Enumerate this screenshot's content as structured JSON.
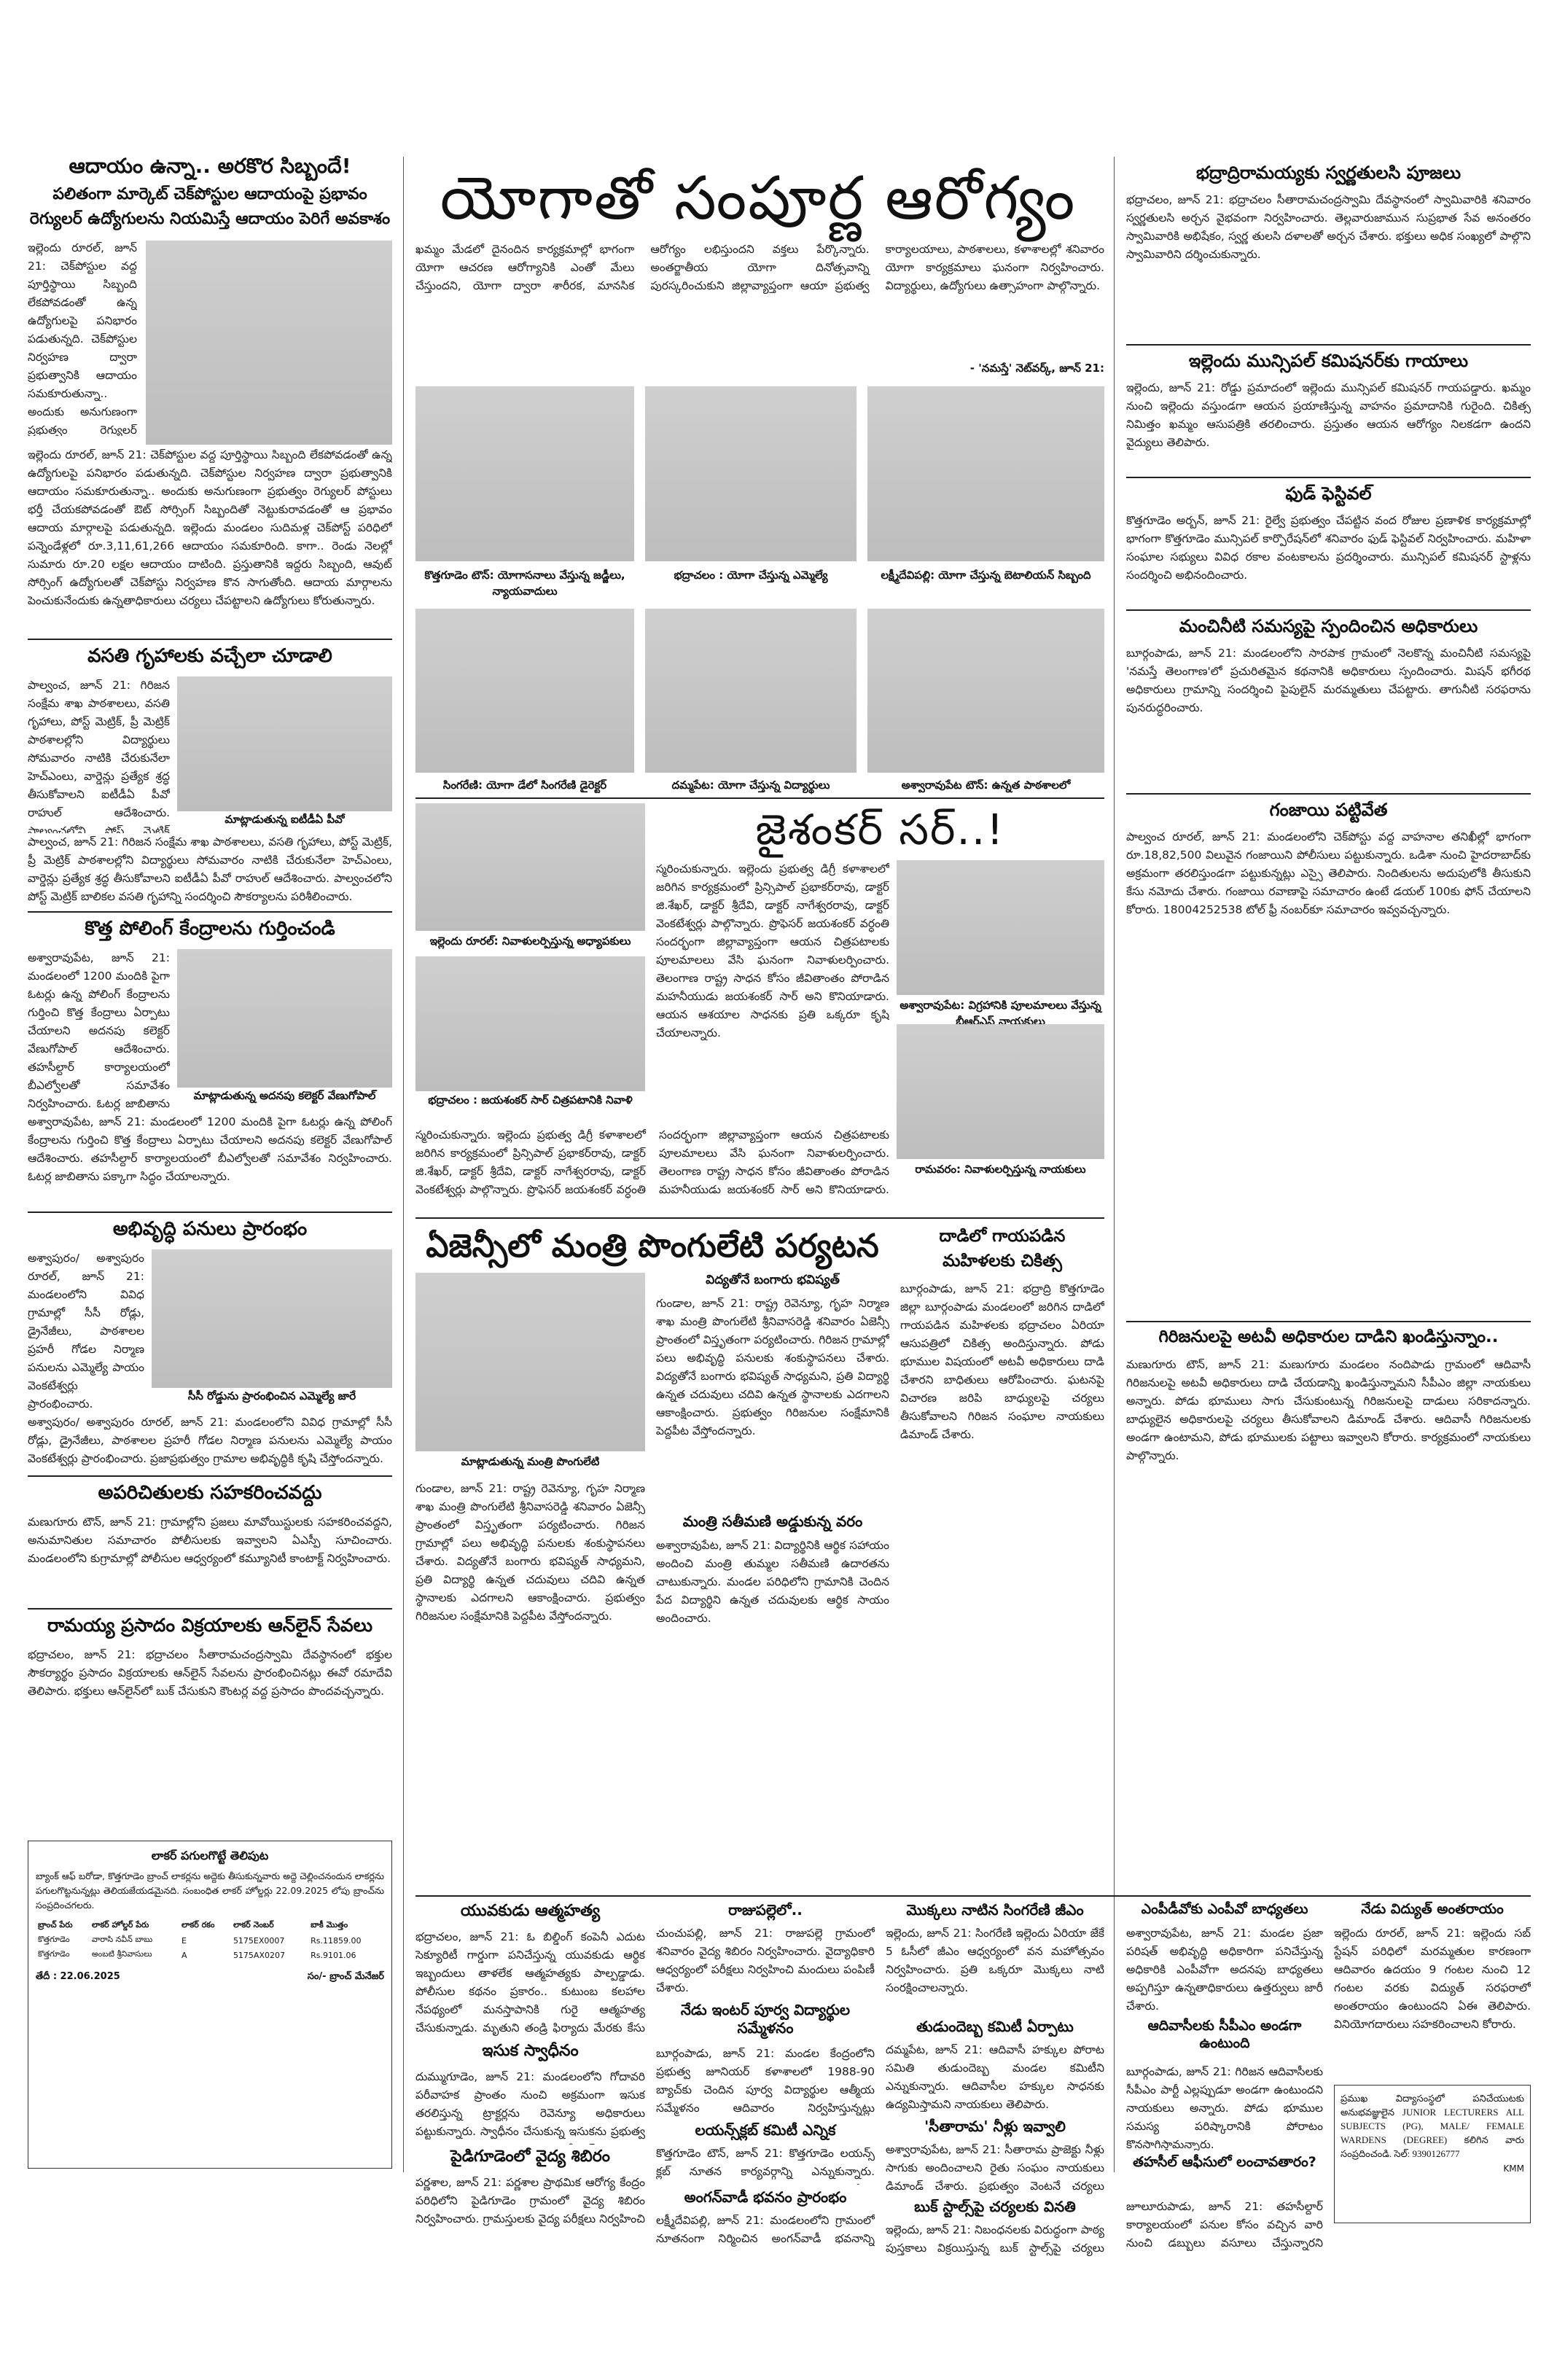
{
  "banner": {
    "title": "యోగాతో సంపూర్ణ ఆరోగ్యం"
  },
  "col1": {
    "a1_kicker": "ఆదాయం ఉన్నా.. అరకొర సిబ్బందే!",
    "a1_deck1": "పలితంగా మార్కెట్ చెక్‌పోస్టుల ఆదాయంపై ప్రభావం",
    "a1_deck2": "రెగ్యులర్ ఉద్యోగులను నియమిస్తే ఆదాయం పెరిగే అవకాశం",
    "a1_body": "ఇల్లెందు రూరల్, జూన్ 21: చెక్‌పోస్టుల వద్ద పూర్తిస్థాయి సిబ్బంది లేకపోవడంతో ఉన్న ఉద్యోగులపై పనిభారం పడుతున్నది. చెక్‌పోస్టుల నిర్వహణ ద్వారా ప్రభుత్వానికి ఆదాయం సమకూరుతున్నా.. అందుకు అనుగుణంగా ప్రభుత్వం రెగ్యులర్ పోస్టులు భర్తీ చేయకపోవడంతో ఔట్ సోర్సింగ్ సిబ్బందితో నెట్టుకురావడంతో ఆ ప్రభావం ఆదాయ మార్గాలపై పడుతున్నది. ఇల్లెందు మండలం సుదిమళ్ల చెక్‌పోస్ట్ పరిధిలో పన్నెండేళ్లలో రూ.3,11,61,266 ఆదాయం సమకూరింది. కాగా.. రెండు నెలల్లో సుమారు రూ.20 లక్షల ఆదాయం దాటింది. ప్రస్తుతానికి ఇద్దరు సిబ్బంది, ఆవుట్ సోర్సింగ్ ఉద్యోగులతో చెక్‌పోస్టు నిర్వహణ కొన సాగుతోంది. ఆదాయ మార్గాలను పెంచుకునేందుకు ఉన్నతాధికారులు చర్యలు చేపట్టాలని ఉద్యోగులు కోరుతున్నారు.",
    "a2_head": "వసతి గృహాలకు వచ్చేలా చూడాలి",
    "a2_body": "పాల్వంచ, జూన్ 21: గిరిజన సంక్షేమ శాఖ పాఠశాలలు, వసతి గృహాలు, పోస్ట్ మెట్రిక్, ప్రీ మెట్రిక్ పాఠశాలల్లోని విద్యార్థులు సోమవారం నాటికి చేరుకునేలా హెచ్ఎంలు, వార్డెన్లు ప్రత్యేక శ్రద్ధ తీసుకోవాలని ఐటీడీఏ పీవో రాహుల్ ఆదేశించారు. పాల్వంచలోని పోస్ట్ మెట్రిక్ బాలికల వసతి గృహాన్ని సందర్శించి సౌకర్యాలను పరిశీలించారు.",
    "a2_cap": "మాట్లాడుతున్న ఐటీడీఏ పీవో",
    "a3_head": "కొత్త పోలింగ్ కేంద్రాలను గుర్తించండి",
    "a3_body": "అశ్వారావుపేట, జూన్ 21: మండలంలో 1200 మందికి పైగా ఓటర్లు ఉన్న పోలింగ్ కేంద్రాలను గుర్తించి కొత్త కేంద్రాలు ఏర్పాటు చేయాలని అదనపు కలెక్టర్ వేణుగోపాల్ ఆదేశించారు. తహసీల్దార్ కార్యాలయంలో బీఎల్వోలతో సమావేశం నిర్వహించారు. ఓటర్ల జాబితాను పక్కాగా సిద్ధం చేయాలన్నారు.",
    "a3_cap": "మాట్లాడుతున్న అదనపు కలెక్టర్ వేణుగోపాల్",
    "a4_head": "అభివృద్ధి పనులు ప్రారంభం",
    "a4_body": "అశ్వాపురం/ అశ్వాపురం రూరల్, జూన్ 21: మండలంలోని వివిధ గ్రామాల్లో సీసీ రోడ్లు, డ్రైనేజీలు, పాఠశాలల ప్రహరీ గోడల నిర్మాణ పనులను ఎమ్మెల్యే పాయం వెంకటేశ్వర్లు ప్రారంభించారు. ప్రజాప్రభుత్వం గ్రామాల అభివృద్ధికి కృషి చేస్తోందన్నారు.",
    "a4_cap": "సీసీ రోడ్డును ప్రారంభించిన ఎమ్మెల్యే జారే",
    "a5_head": "అపరిచితులకు సహకరించవద్దు",
    "a5_body": "మణుగూరు టౌన్, జూన్ 21: గ్రామాల్లోని ప్రజలు మావోయిస్టులకు సహకరించవద్దని, అనుమానితుల సమాచారం పోలీసులకు ఇవ్వాలని ఏఎస్పీ సూచించారు. మండలంలోని కుగ్రామాల్లో పోలీసుల ఆధ్వర్యంలో కమ్యూనిటీ కాంటాక్ట్ నిర్వహించారు.",
    "a6_head": "రామయ్య ప్రసాదం విక్రయాలకు ఆన్‌లైన్ సేవలు",
    "a6_body": "భద్రాచలం, జూన్ 21: భద్రాచలం సీతారామచంద్రస్వామి దేవస్థానంలో భక్తుల సౌకర్యార్థం ప్రసాదం విక్రయాలకు ఆన్‌లైన్ సేవలను ప్రారంభించినట్లు ఈవో రమాదేవి తెలిపారు. భక్తులు ఆన్‌లైన్‌లో బుక్ చేసుకుని కౌంటర్ల వద్ద ప్రసాదం పొందవచ్చన్నారు."
  },
  "notice": {
    "title": "లాకర్ పగులగొట్టే తెలిపుట",
    "body": "బ్యాంక్ ఆఫ్ బరోడా, కొత్తగూడెం బ్రాంచ్ లాకర్లను అద్దెకు తీసుకున్నవారు అద్దె చెల్లించనందున లాకర్లను పగులగొట్టనున్నట్లు తెలియజేయడమైనది. సంబంధిత లాకర్ హోల్డర్లు 22.09.2025 లోపు బ్రాంచ్‌ను సంప్రదించగలరు.",
    "headers": [
      "బ్రాంచ్ పేరు",
      "లాకర్ హోల్డర్ పేరు",
      "లాకర్ రకం",
      "లాకర్ నెంబర్",
      "బాకీ మొత్తం"
    ],
    "rows": [
      [
        "కొత్తగూడెం",
        "వారాసి నవీన్ బాబు",
        "E",
        "5175EX0007",
        "Rs.11859.00"
      ],
      [
        "కొత్తగూడెం",
        "అంబటి శ్రీనివాసులు",
        "A",
        "5175AX0207",
        "Rs.9101.06"
      ]
    ],
    "date": "తేదీ : 22.06.2025",
    "sign": "సం/- బ్రాంచ్ మేనేజర్"
  },
  "center": {
    "yoga_body_1": "ఖమ్మం మేడలో దైనందిన కార్యక్రమాల్లో భాగంగా యోగా ఆచరణ ఆరోగ్యానికి ఎంతో మేలు చేస్తుందని, యోగా ద్వారా శారీరక, మానసిక ఆరోగ్యం లభిస్తుందని వక్తలు పేర్కొన్నారు. అంతర్జాతీయ యోగా దినోత్సవాన్ని పురస్కరించుకుని జిల్లావ్యాప్తంగా ఆయా ప్రభుత్వ కార్యాలయాలు, పాఠశాలలు, కళాశాలల్లో శనివారం యోగా కార్యక్రమాలు ఘనంగా నిర్వహించారు. విద్యార్థులు, ఉద్యోగులు ఉత్సాహంగా పాల్గొన్నారు.",
    "yoga_sign": "- 'నమస్తే' నెట్‌వర్క్, జూన్ 21:",
    "cap1": "కొత్తగూడెం టౌన్: యోగాసనాలు వేస్తున్న జడ్జీలు, న్యాయవాదులు",
    "cap2": "భద్రాచలం : యోగా చేస్తున్న ఎమ్మెల్యే",
    "cap3": "లక్ష్మీదేవిపల్లి: యోగా చేస్తున్న బెటాలియన్ సిబ్బంది",
    "cap4": "సింగరేణి: యోగా డేలో సింగరేణి డైరెక్టర్",
    "cap5": "దమ్మపేట: యోగా చేస్తున్న విద్యార్థులు",
    "cap6": "అశ్వారావుపేట టౌన్: ఉన్నత పాఠశాలలో",
    "jai_head": "జైశంకర్ సర్..!",
    "jai_body": "స్మరించుకున్నారు. ఇల్లెందు ప్రభుత్వ డిగ్రీ కళాశాలలో జరిగిన కార్యక్రమంలో ప్రిన్సిపాల్ ప్రభాకర్‌రావు, డాక్టర్ జి.శేఖర్, డాక్టర్ శ్రీదేవి, డాక్టర్ నాగేశ్వరరావు, డాక్టర్ వెంకటేశ్వర్లు పాల్గొన్నారు. ప్రొఫెసర్ జయశంకర్ వర్ధంతి సందర్భంగా జిల్లావ్యాప్తంగా ఆయన చిత్రపటాలకు పూలమాలలు వేసి ఘనంగా నివాళులర్పించారు. తెలంగాణ రాష్ట్ర సాధన కోసం జీవితాంతం పోరాడిన మహనీయుడు జయశంకర్ సార్ అని కొనియాడారు. ఆయన ఆశయాల సాధనకు ప్రతి ఒక్కరూ కృషి చేయాలన్నారు.",
    "jai_cap1": "ఇల్లెందు రూరల్: నివాళులర్పిస్తున్న అధ్యాపకులు",
    "jai_cap2": "అశ్వారావుపేట: విగ్రహానికి పూలమాలలు వేస్తున్న బీఆర్ఎస్ నాయకులు",
    "jai_cap3": "భద్రాచలం : జయశంకర్ సార్ చిత్రపటానికి నివాళి",
    "jai_cap4": "రామవరం: నివాళులర్పిస్తున్న నాయకులు",
    "ponguleti_head": "ఏజెన్సీలో మంత్రి పొంగులేటి పర్యటన",
    "ponguleti_deck": "విద్యతోనే బంగారు భవిష్యత్",
    "ponguleti_cap": "మాట్లాడుతున్న మంత్రి పొంగులేటి",
    "ponguleti_body": "గుండాల, జూన్ 21: రాష్ట్ర రెవెన్యూ, గృహ నిర్మాణ శాఖ మంత్రి పొంగులేటి శ్రీనివాసరెడ్డి శనివారం ఏజెన్సీ ప్రాంతంలో విస్తృతంగా పర్యటించారు. గిరిజన గ్రామాల్లో పలు అభివృద్ధి పనులకు శంకుస్థాపనలు చేశారు. విద్యతోనే బంగారు భవిష్యత్ సాధ్యమని, ప్రతి విద్యార్థి ఉన్నత చదువులు చదివి ఉన్నత స్థానాలకు ఎదగాలని ఆకాంక్షించారు. ప్రభుత్వం గిరిజనుల సంక్షేమానికి పెద్దపీట వేస్తోందన్నారు.",
    "mother_head": "మంత్రి సతీమణి అడ్డుకున్న వరం",
    "mother_body": "అశ్వారావుపేట, జూన్ 21: విద్యార్థినికి ఆర్థిక సహాయం అందించి మంత్రి తుమ్మల సతీమణి ఉదారతను చాటుకున్నారు. మండల పరిధిలోని గ్రామానికి చెందిన పేద విద్యార్థిని ఉన్నత చదువులకు ఆర్థిక సాయం అందించారు.",
    "dadi_head": "దాడిలో గాయపడిన",
    "dadi_sub": "మహిళలకు చికిత్స",
    "dadi_body": "బూర్గంపాడు, జూన్ 21: భద్రాద్రి కొత్తగూడెం జిల్లా బూర్గంపాడు మండలంలో జరిగిన దాడిలో గాయపడిన మహిళలకు భద్రాచలం ఏరియా ఆసుపత్రిలో చికిత్స అందిస్తున్నారు. పోడు భూముల విషయంలో అటవీ అధికారులు దాడి చేశారని బాధితులు ఆరోపించారు. ఘటనపై విచారణ జరిపి బాధ్యులపై చర్యలు తీసుకోవాలని గిరిజన సంఘాల నాయకులు డిమాండ్ చేశారు."
  },
  "col4": {
    "a1_head": "భద్రాద్రిరామయ్యకు స్వర్ణతులసి పూజలు",
    "a1_body": "భద్రాచలం, జూన్ 21: భద్రాచలం సీతారామచంద్రస్వామి దేవస్థానంలో స్వామివారికి శనివారం స్వర్ణతులసి అర్చన వైభవంగా నిర్వహించారు. తెల్లవారుజామున సుప్రభాత సేవ అనంతరం స్వామివారికి అభిషేకం, స్వర్ణ తులసి దళాలతో అర్చన చేశారు. భక్తులు అధిక సంఖ్యలో పాల్గొని స్వామివారిని దర్శించుకున్నారు.",
    "a2_head": "ఇల్లెందు మున్సిపల్ కమిషనర్‌కు గాయాలు",
    "a2_body": "ఇల్లెందు, జూన్ 21: రోడ్డు ప్రమాదంలో ఇల్లెందు మున్సిపల్ కమిషనర్ గాయపడ్డారు. ఖమ్మం నుంచి ఇల్లెందు వస్తుండగా ఆయన ప్రయాణిస్తున్న వాహనం ప్రమాదానికి గురైంది. చికిత్స నిమిత్తం ఖమ్మం ఆసుపత్రికి తరలించారు. ప్రస్తుతం ఆయన ఆరోగ్యం నిలకడగా ఉందని వైద్యులు తెలిపారు.",
    "a3_head": "ఫుడ్ ఫెస్టివల్",
    "a3_body": "కొత్తగూడెం అర్బన్, జూన్ 21: రైల్వే ప్రభుత్వం చేపట్టిన వంద రోజుల ప్రణాళిక కార్యక్రమాల్లో భాగంగా కొత్తగూడెం మున్సిపల్ కార్పొరేషన్‌లో శనివారం ఫుడ్ ఫెస్టివల్ నిర్వహించారు. మహిళా సంఘాల సభ్యులు వివిధ రకాల వంటకాలను ప్రదర్శించారు. మున్సిపల్ కమిషనర్ స్టాళ్లను సందర్శించి అభినందించారు.",
    "a4_head": "మంచినీటి సమస్యపై స్పందించిన అధికారులు",
    "a4_body": "బూర్గంపాడు, జూన్ 21: మండలంలోని సారపాక గ్రామంలో నెలకొన్న మంచినీటి సమస్యపై 'నమస్తే తెలంగాణ'లో ప్రచురితమైన కథనానికి అధికారులు స్పందించారు. మిషన్ భగీరథ అధికారులు గ్రామాన్ని సందర్శించి పైపులైన్ మరమ్మతులు చేపట్టారు. తాగునీటి సరఫరాను పునరుద్ధరించారు.",
    "a5_head": "గంజాయి పట్టివేత",
    "a5_body": "పాల్వంచ రూరల్, జూన్ 21: మండలంలోని చెక్‌పోస్టు వద్ద వాహనాల తనిఖీల్లో భాగంగా రూ.18,82,500 విలువైన గంజాయిని పోలీసులు పట్టుకున్నారు. ఒడిశా నుంచి హైదరాబాద్‌కు అక్రమంగా తరలిస్తుండగా పట్టుకున్నట్లు ఎస్సై తెలిపారు. నిందితులను అదుపులోకి తీసుకుని కేసు నమోదు చేశారు. గంజాయి రవాణాపై సమాచారం ఉంటే డయల్ 100కు ఫోన్ చేయాలని కోరారు. 18004252538 టోల్ ఫ్రీ నంబర్‌కూ సమాచారం ఇవ్వవచ్చన్నారు.",
    "a6_head": "గిరిజనులపై అటవీ అధికారుల దాడిని ఖండిస్తున్నాం..",
    "a6_body": "మణుగూరు టౌన్, జూన్ 21: మణుగూరు మండలం నందిపాడు గ్రామంలో ఆదివాసీ గిరిజనులపై అటవీ అధికారులు దాడి చేయడాన్ని ఖండిస్తున్నామని సీపీఎం జిల్లా నాయకులు అన్నారు. పోడు భూములు సాగు చేసుకుంటున్న గిరిజనులపై దాడులు సరికాదన్నారు. బాధ్యులైన అధికారులపై చర్యలు తీసుకోవాలని డిమాండ్ చేశారు. ఆదివాసీ గిరిజనులకు అండగా ఉంటామని, పోడు భూములకు పట్టాలు ఇవ్వాలని కోరారు. కార్యక్రమంలో నాయకులు పాల్గొన్నారు."
  },
  "lower": {
    "y1_head": "యువకుడు ఆత్మహత్య",
    "y1_body": "భద్రాచలం, జూన్ 21: ఓ బిల్డింగ్‌ కంపెనీ ఎదుట సెక్యూరిటీ గార్డుగా పనిచేస్తున్న యువకుడు ఆర్థిక ఇబ్బందులు తాళలేక ఆత్మహత్యకు పాల్పడ్డాడు. పోలీసుల కథనం ప్రకారం.. కుటుంబ కలహాల నేపథ్యంలో మనస్తాపానికి గురై ఆత్మహత్య చేసుకున్నాడు. మృతుని తండ్రి ఫిర్యాదు మేరకు కేసు నమోదు చేసి దర్యాప్తు చేస్తున్నట్లు ఎస్సై తెలిపారు.",
    "y2_head": "ఇసుక స్వాధీనం",
    "y2_body": "దుమ్ముగూడెం, జూన్ 21: మండలంలోని గోదావరి పరీవాహక ప్రాంతం నుంచి అక్రమంగా ఇసుక తరలిస్తున్న ట్రాక్టర్లను రెవెన్యూ అధికారులు పట్టుకున్నారు. స్వాధీనం చేసుకున్న ఇసుకను ప్రభుత్వ అవసరాలకు వినియోగిస్తామని తహసీల్దార్ తెలిపారు.",
    "y3_head": "పైడిగూడెంలో వైద్య శిబిరం",
    "y3_body": "పర్ణశాల, జూన్ 21: పర్ణశాల ప్రాథమిక ఆరోగ్య కేంద్రం పరిధిలోని పైడిగూడెం గ్రామంలో వైద్య శిబిరం నిర్వహించారు. గ్రామస్తులకు వైద్య పరీక్షలు నిర్వహించి ఉచితంగా మందులు పంపిణీ చేశారు.",
    "y4_head": "రాజుపల్లెలో..",
    "y4_body": "చుంచుపల్లి, జూన్ 21: రాజుపల్లె గ్రామంలో శనివారం వైద్య శిబిరం నిర్వహించారు. వైద్యాధికారి ఆధ్వర్యంలో పరీక్షలు నిర్వహించి మందులు పంపిణీ చేశారు.",
    "y5_head": "నేడు ఇంటర్ పూర్వ విద్యార్థుల సమ్మేళనం",
    "y5_body": "బూర్గంపాడు, జూన్ 21: మండల కేంద్రంలోని ప్రభుత్వ జూనియర్ కళాశాలలో 1988-90 బ్యాచ్‌కు చెందిన పూర్వ విద్యార్థుల ఆత్మీయ సమ్మేళనం ఆదివారం నిర్వహిస్తున్నట్లు నిర్వాహకులు తెలిపారు. పూర్వ విద్యార్థులు అందరూ హాజరు కావాలని కోరారు.",
    "y6_head": "లయన్స్‌క్లబ్ కమిటీ ఎన్నిక",
    "y6_body": "కొత్తగూడెం టౌన్, జూన్ 21: కొత్తగూడెం లయన్స్ క్లబ్ నూతన కార్యవర్గాన్ని ఎన్నుకున్నారు. అధ్యక్షుడిగా ఎన్నికైన ఆయన మాట్లాడుతూ సేవా కార్యక్రమాలను విస్తృతంగా నిర్వహిస్తామన్నారు.",
    "y7_head": "అంగన్‌వాడీ భవనం ప్రారంభం",
    "y7_body": "లక్ష్మీదేవిపల్లి, జూన్ 21: మండలంలోని గ్రామంలో నూతనంగా నిర్మించిన అంగన్‌వాడీ భవనాన్ని ఎమ్మెల్యే ప్రారంభించారు. చిన్నారులకు పౌష్టికాహారం అందించాలని సూచించారు.",
    "z1_head": "మొక్కలు నాటిన సింగరేణి జీఎం",
    "z1_body": "ఇల్లెందు, జూన్ 21: సింగరేణి ఇల్లెందు ఏరియా జేకే 5 ఓసీలో జీఎం ఆధ్వర్యంలో వన మహోత్సవం నిర్వహించారు. ప్రతి ఒక్కరూ మొక్కలు నాటి సంరక్షించాలన్నారు.",
    "z2_head": "తుడుందెబ్బ కమిటీ ఏర్పాటు",
    "z2_body": "దమ్మపేట, జూన్ 21: ఆదివాసీ హక్కుల పోరాట సమితి తుడుందెబ్బ మండల కమిటీని ఎన్నుకున్నారు. ఆదివాసీల హక్కుల సాధనకు ఉద్యమిస్తామని నాయకులు తెలిపారు.",
    "z3_head": "'సీతారామ' నీళ్లు ఇవ్వాలి",
    "z3_body": "అశ్వారావుపేట, జూన్ 21: సీతారామ ప్రాజెక్టు నీళ్లు సాగుకు అందించాలని రైతు సంఘం నాయకులు డిమాండ్ చేశారు. ప్రభుత్వం వెంటనే చర్యలు తీసుకోవాలన్నారు.",
    "z4_head": "బుక్‌ స్టాల్స్‌పై చర్యలకు వినతి",
    "z4_body": "ఇల్లెందు, జూన్ 21: నిబంధనలకు విరుద్ధంగా పాఠ్య పుస్తకాలు విక్రయిస్తున్న బుక్ స్టాల్స్‌పై చర్యలు తీసుకోవాలని విద్యార్థి సంఘం నాయకులు వినతిపత్రం అందించారు.",
    "w1_head": "ఎంపీడీవోకు ఎంపీవో బాధ్యతలు",
    "w1_body": "అశ్వారావుపేట, జూన్ 21: మండల ప్రజా పరిషత్ అభివృద్ధి అధికారిగా పనిచేస్తున్న అధికారికి ఎంపీవోగా అదనపు బాధ్యతలు అప్పగిస్తూ ఉన్నతాధికారులు ఉత్తర్వులు జారీ చేశారు.",
    "w2_head": "ఆదివాసీలకు సీపీఎం అండగా ఉంటుంది",
    "w2_body": "బూర్గంపాడు, జూన్ 21: గిరిజన ఆదివాసీలకు సీపీఎం పార్టీ ఎల్లప్పుడూ అండగా ఉంటుందని నాయకులు అన్నారు. పోడు భూముల సమస్య పరిష్కారానికి పోరాటం కొనసాగిస్తామన్నారు.",
    "w3_head": "తహసీల్ ఆఫీసులో లంచావతారం?",
    "w3_body": "జూలూరుపాడు, జూన్ 21: తహసీల్దార్ కార్యాలయంలో పనుల కోసం వచ్చిన వారి నుంచి డబ్బులు వసూలు చేస్తున్నారని ఆరోపణలు వస్తున్నాయి. ఉన్నతాధికారులు విచారణ జరపాలని ప్రజలు కోరుతున్నారు.",
    "v1_head": "నేడు విద్యుత్ అంతరాయం",
    "v1_body": "ఇల్లెందు రూరల్, జూన్ 21: ఇల్లెందు సబ్ స్టేషన్ పరిధిలో మరమ్మతుల కారణంగా ఆదివారం ఉదయం 9 గంటల నుంచి 12 గంటల వరకు విద్యుత్ సరఫరాలో అంతరాయం ఉంటుందని ఏఈ తెలిపారు. వినియోగదారులు సహకరించాలని కోరారు.",
    "ad_text": "ప్రముఖ విద్యాసంస్థలో పనిచేయుటకు అనుభవజ్ఞులైన JUNIOR LECTURERS ALL SUBJECTS (PG), MALE/ FEMALE WARDENS (DEGREE) కలిగిన వారు సంప్రదించండి. సెల్: 9390126777",
    "ad_sig": "KMM"
  }
}
